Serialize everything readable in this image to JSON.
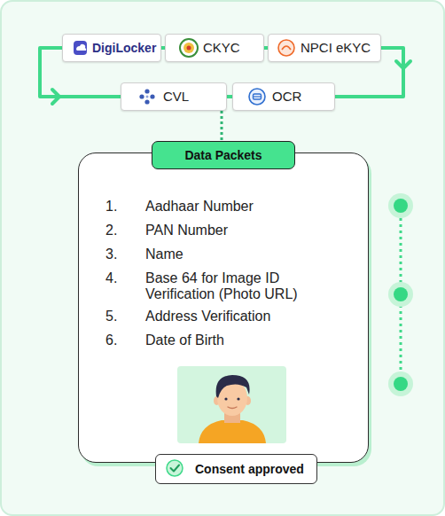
{
  "diagram": {
    "nodes": [
      {
        "text": [
          "DigiLocker"
        ]
      },
      {
        "text": [
          "CKYC"
        ]
      },
      {
        "text": [
          "NPCI eKYC"
        ]
      },
      {
        "text": [
          "CVL"
        ]
      },
      {
        "text": [
          "OCR"
        ]
      },
      {
        "text": [
          "1.",
          "Aadhaar Number",
          "2.",
          "PAN Number",
          "3.",
          "Name",
          "4.",
          "Base 64 for Image ID Verification (Photo URL)",
          "5.",
          "Address Verification",
          "6.",
          "Date of Birth"
        ]
      },
      {
        "text": [
          "Data Packets"
        ],
        "in": 5
      },
      {
        "text": [
          "Consent approved"
        ],
        "in": 5
      }
    ],
    "edges": [
      {
        "from": 0,
        "to": 1,
        "arrow": "none"
      },
      {
        "from": 1,
        "to": 2,
        "arrow": "none"
      },
      {
        "from": 2,
        "to": 4,
        "arrow": "to"
      },
      {
        "from": 4,
        "to": 3,
        "arrow": "none"
      },
      {
        "from": 0,
        "to": 3,
        "arrow": "to"
      },
      {
        "from": 3,
        "to": 5,
        "arrow": "none"
      }
    ]
  }
}
